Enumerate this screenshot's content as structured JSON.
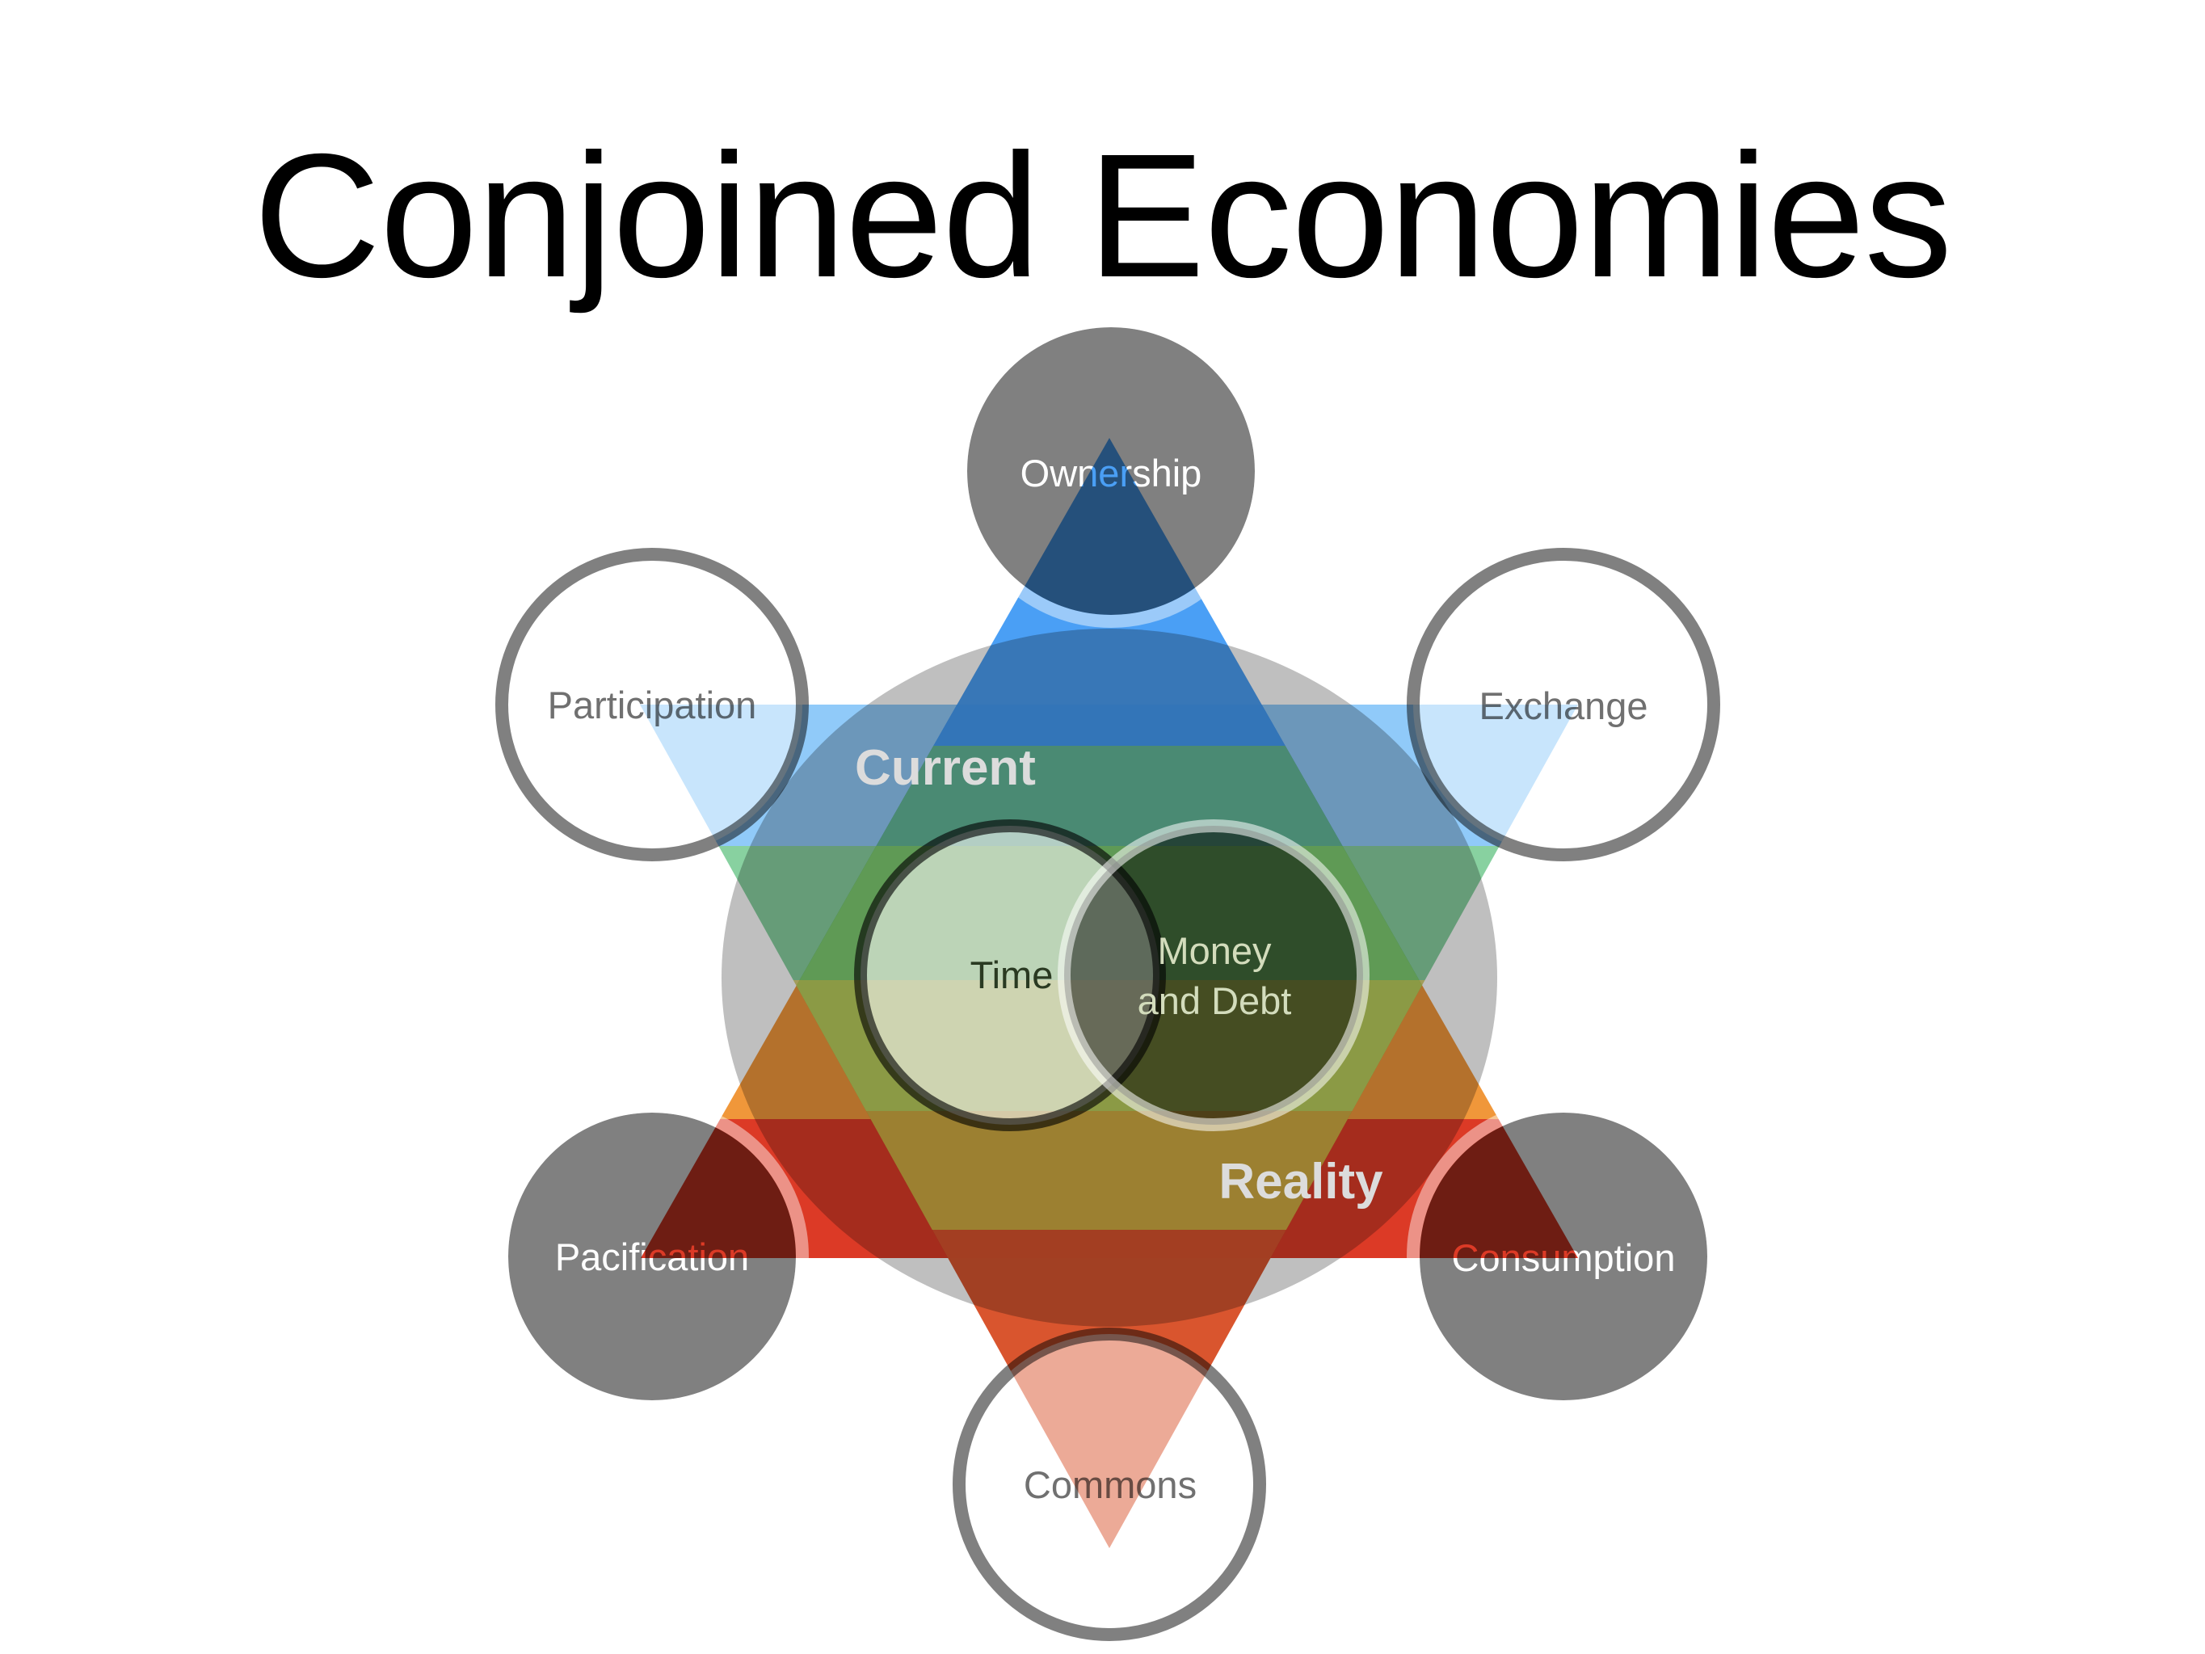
{
  "title": "Conjoined Economies",
  "diagram": {
    "outer_nodes": {
      "ownership": {
        "label": "Ownership",
        "style": "filled"
      },
      "participation": {
        "label": "Participation",
        "style": "outline"
      },
      "exchange": {
        "label": "Exchange",
        "style": "outline"
      },
      "pacification": {
        "label": "Pacification",
        "style": "filled"
      },
      "consumption": {
        "label": "Consumption",
        "style": "filled"
      },
      "commons": {
        "label": "Commons",
        "style": "outline"
      }
    },
    "ellipse_labels": {
      "top": "Current",
      "bottom": "Reality"
    },
    "core": {
      "left": "Time",
      "right_line1": "Money",
      "right_line2": "and Debt"
    }
  },
  "colors": {
    "filled_node": "#808080",
    "outline_node_stroke": "#808080",
    "center_ellipse": "#BFBFBF",
    "upward_triangle_bands": [
      "#4A9FF5",
      "#6FBF73",
      "#F0973A",
      "#DC3A26"
    ],
    "downward_triangle_bands": [
      "#90CAF9",
      "#88D1A0",
      "#D8D27A",
      "#E8C04A",
      "#D9552E"
    ],
    "ellipse_label": "#DCDCDC"
  }
}
